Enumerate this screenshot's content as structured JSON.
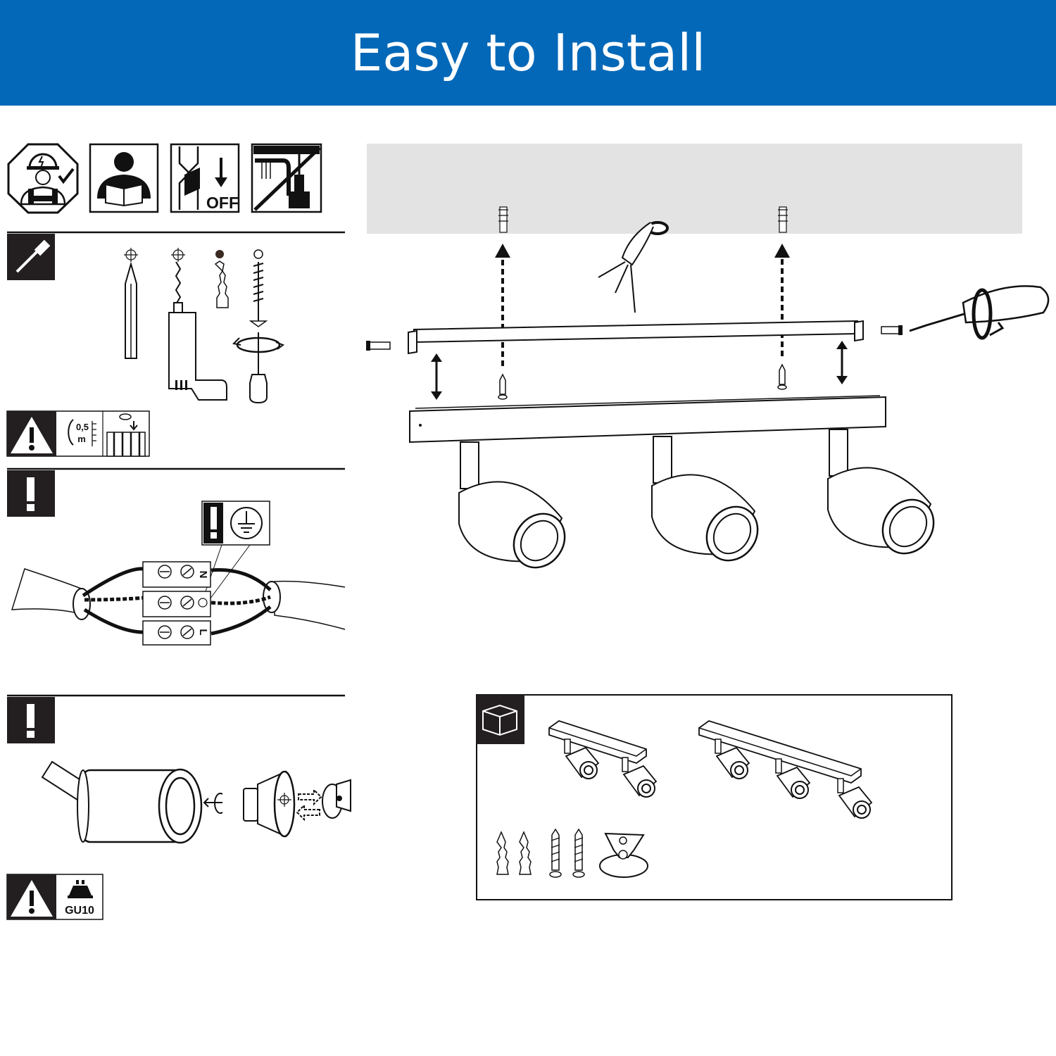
{
  "banner": {
    "title": "Easy to Install",
    "color": "#0468b8"
  },
  "icons": {
    "safety": [
      "electrician-icon",
      "read-manual-icon",
      "power-off-icon",
      "no-drill-on-cable-icon"
    ],
    "power_off_label": "OFF"
  },
  "tools": [
    "pencil-icon",
    "drill-icon",
    "wall-plug-icon",
    "screw-icon",
    "screwdriver-icon"
  ],
  "warning_distance": {
    "value": "0,5",
    "unit": "m"
  },
  "terminal_labels": {
    "neutral": "N",
    "live": "L"
  },
  "bulb": {
    "type": "GU10"
  },
  "package_contents": [
    "two-spot-bar",
    "three-spot-bar",
    "wall-plug",
    "wall-plug",
    "screw",
    "screw",
    "bulb-clip"
  ]
}
